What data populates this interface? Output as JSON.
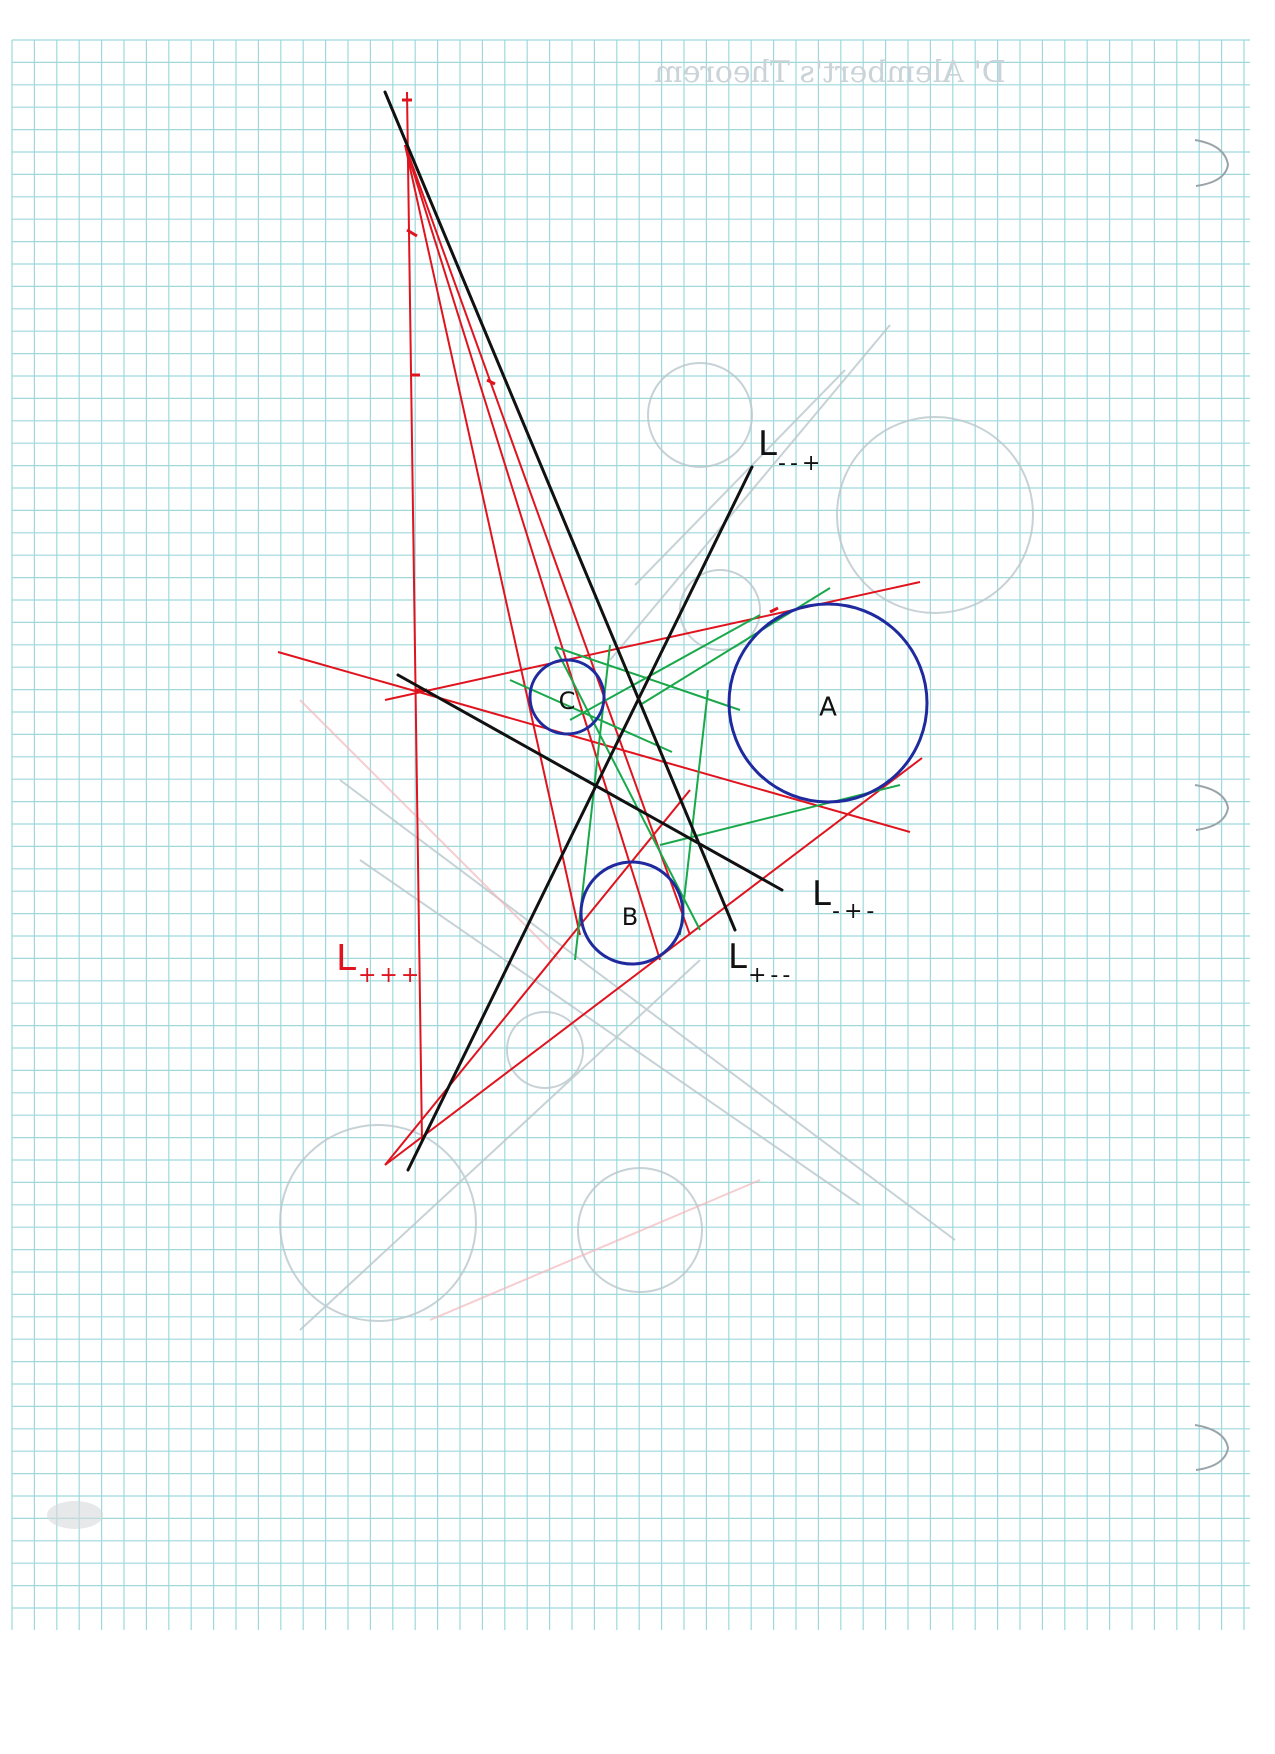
{
  "labels": {
    "circle_a": "A",
    "circle_b": "B",
    "circle_c": "C",
    "line_ppp_base": "L",
    "line_ppp_sub": "+++",
    "line_mmp_base": "L",
    "line_mmp_sub": "--+",
    "line_mpm_base": "L",
    "line_mpm_sub": "-+-",
    "line_pmm_base": "L",
    "line_pmm_sub": "+--"
  },
  "ghost_title": "D' Alembert's Theorem",
  "colors": {
    "paper": "#ffffff",
    "grid": "#9fd8dc",
    "circle": "#1f2a9e",
    "black_line": "#111111",
    "red_line": "#e0141e",
    "green_line": "#1aa84a",
    "ghost": "#b9c7cc",
    "ghost_red": "#f2b8bc"
  }
}
